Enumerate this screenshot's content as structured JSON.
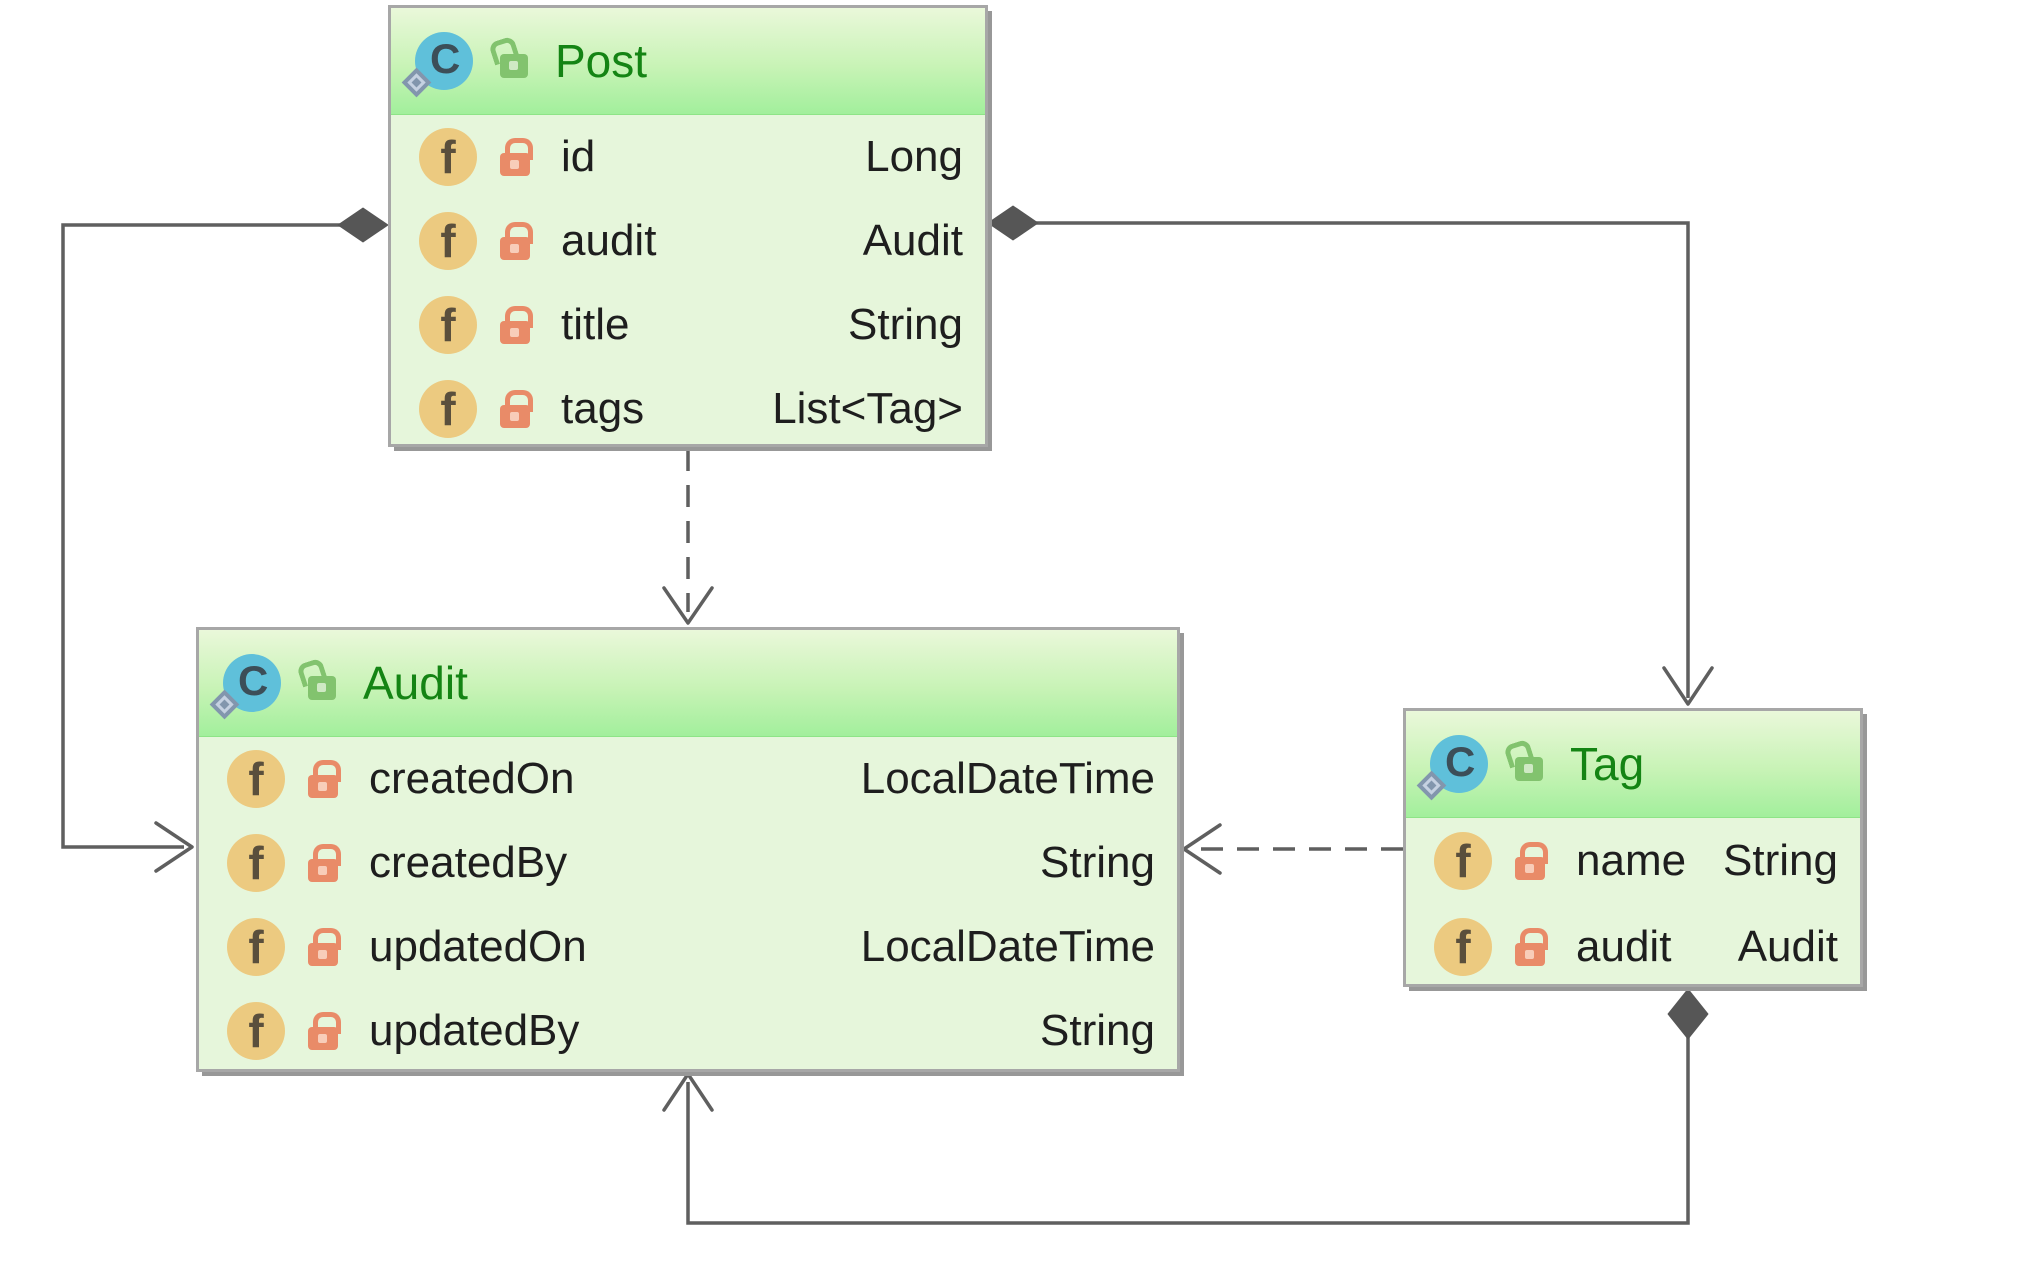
{
  "classes": [
    {
      "name": "Post",
      "stereotype": "class",
      "visibility": "public",
      "fields": [
        {
          "name": "id",
          "type": "Long",
          "visibility": "private"
        },
        {
          "name": "audit",
          "type": "Audit",
          "visibility": "private"
        },
        {
          "name": "title",
          "type": "String",
          "visibility": "private"
        },
        {
          "name": "tags",
          "type": "List<Tag>",
          "visibility": "private"
        }
      ]
    },
    {
      "name": "Audit",
      "stereotype": "class",
      "visibility": "public",
      "fields": [
        {
          "name": "createdOn",
          "type": "LocalDateTime",
          "visibility": "private"
        },
        {
          "name": "createdBy",
          "type": "String",
          "visibility": "private"
        },
        {
          "name": "updatedOn",
          "type": "LocalDateTime",
          "visibility": "private"
        },
        {
          "name": "updatedBy",
          "type": "String",
          "visibility": "private"
        }
      ]
    },
    {
      "name": "Tag",
      "stereotype": "class",
      "visibility": "public",
      "fields": [
        {
          "name": "name",
          "type": "String",
          "visibility": "private"
        },
        {
          "name": "audit",
          "type": "Audit",
          "visibility": "private"
        }
      ]
    }
  ],
  "edges": [
    {
      "from": "Post",
      "to": "Audit",
      "kind": "composition",
      "style": "solid",
      "marker": "filled-diamond-at-post, open-arrow-at-audit"
    },
    {
      "from": "Post",
      "to": "Tag",
      "kind": "composition",
      "style": "solid",
      "marker": "filled-diamond-at-post, open-arrow-at-tag"
    },
    {
      "from": "Post",
      "to": "Audit",
      "kind": "dependency",
      "style": "dashed",
      "marker": "open-arrow-at-audit"
    },
    {
      "from": "Tag",
      "to": "Audit",
      "kind": "dependency",
      "style": "dashed",
      "marker": "open-arrow-at-audit"
    },
    {
      "from": "Tag",
      "to": "Audit",
      "kind": "composition",
      "style": "solid",
      "marker": "filled-diamond-at-tag, open-arrow-at-audit"
    }
  ],
  "icons": {
    "class_letter": "C",
    "field_letter": "f",
    "class_icon": "class-icon",
    "field_icon": "field-icon",
    "public_lock": "unlocked-padlock-icon",
    "private_lock": "locked-padlock-icon"
  },
  "colors": {
    "class_title_green": "#148414",
    "header_green": "#a2ef9c",
    "body_green": "#e6f6db",
    "box_border_gray": "#a7a7a7",
    "edge_gray": "#5f5f5f",
    "class_icon_blue": "#5fc0da",
    "field_icon_tan": "#ecca80",
    "private_lock_salmon": "#e98b68",
    "public_lock_green": "#82c36e"
  }
}
